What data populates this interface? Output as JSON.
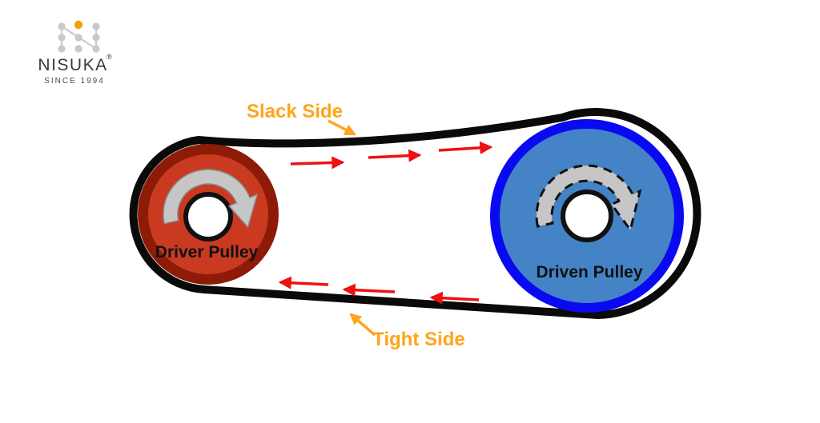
{
  "logo": {
    "brand": "NISUKA",
    "registered": "®",
    "tagline": "SINCE 1994"
  },
  "diagram": {
    "labels": {
      "slack_side": "Slack Side",
      "tight_side": "Tight Side",
      "driver_pulley": "Driver Pulley",
      "driven_pulley": "Driven Pulley"
    },
    "colors": {
      "belt": "#0a0a0a",
      "driver_ring": "#8E1B07",
      "driver_fill": "#C93A20",
      "driven_ring": "#0909F2",
      "driven_fill": "#4483C5",
      "hub_hole": "#ffffff",
      "hub_ring": "#111111",
      "rotation_arrow_fill": "#C6C6C6",
      "rotation_arrow_edge": "#8A8A8A",
      "rotation_arrow_dash": "#111111",
      "flow_arrow_red": "#EE1111",
      "annotation_orange": "#FFA41C",
      "logo_dot_gray": "#C9C9CD",
      "logo_dot_orange": "#F5A201",
      "logo_line_gray": "#C9C9CD",
      "logo_text": "#3B3B3B",
      "logo_tagline": "#4A4A4A"
    }
  }
}
